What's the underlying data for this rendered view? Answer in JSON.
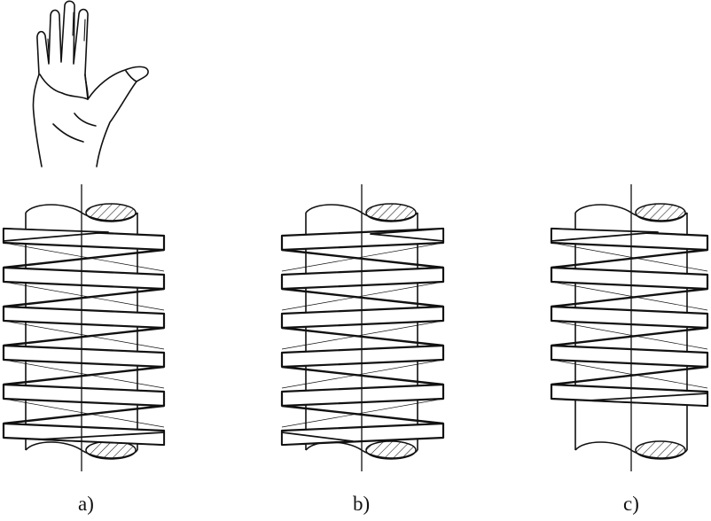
{
  "figures": [
    {
      "id": "a",
      "label": "a)",
      "handedness": "right-hand",
      "starts": 1
    },
    {
      "id": "b",
      "label": "b)",
      "handedness": "left-hand",
      "starts": 1
    },
    {
      "id": "c",
      "label": "c)",
      "handedness": "right-hand",
      "starts": 2
    }
  ],
  "hand_icon": "right-hand-rule-icon",
  "colors": {
    "ink": "#111111",
    "background": "#ffffff"
  }
}
